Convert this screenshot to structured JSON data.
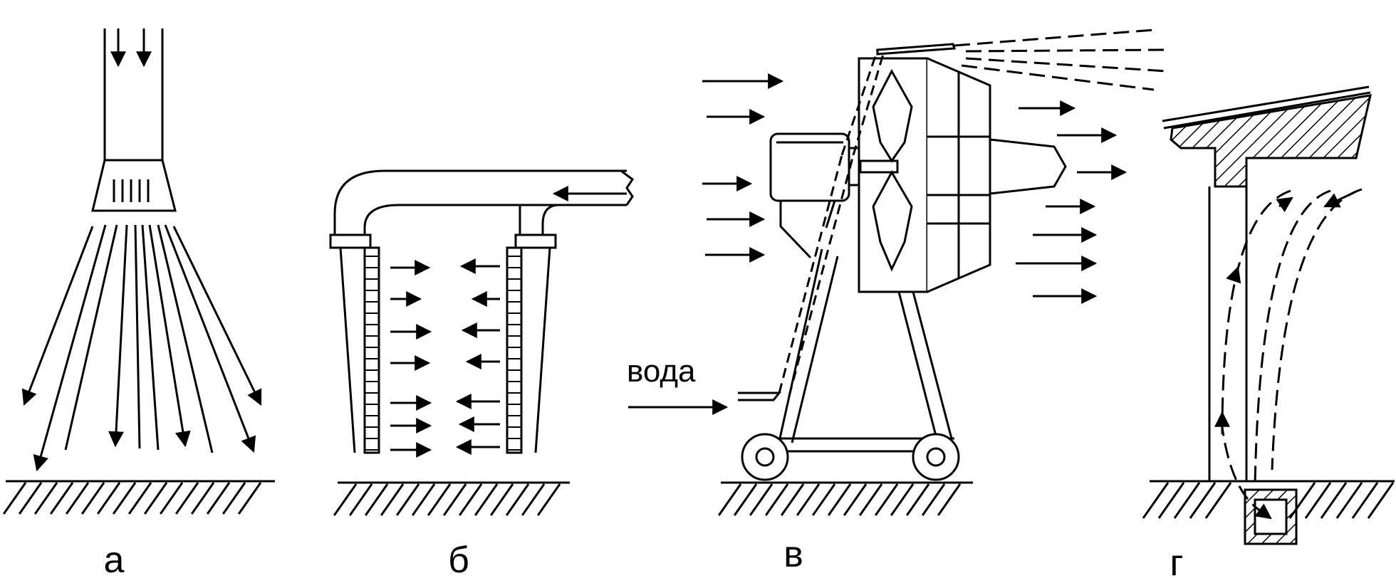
{
  "panels": {
    "a": {
      "label": "а"
    },
    "b": {
      "label": "б"
    },
    "v": {
      "label": "в",
      "water_label": "вода"
    },
    "g": {
      "label": "г"
    }
  },
  "colors": {
    "ink": "#000000",
    "background": "#ffffff"
  }
}
